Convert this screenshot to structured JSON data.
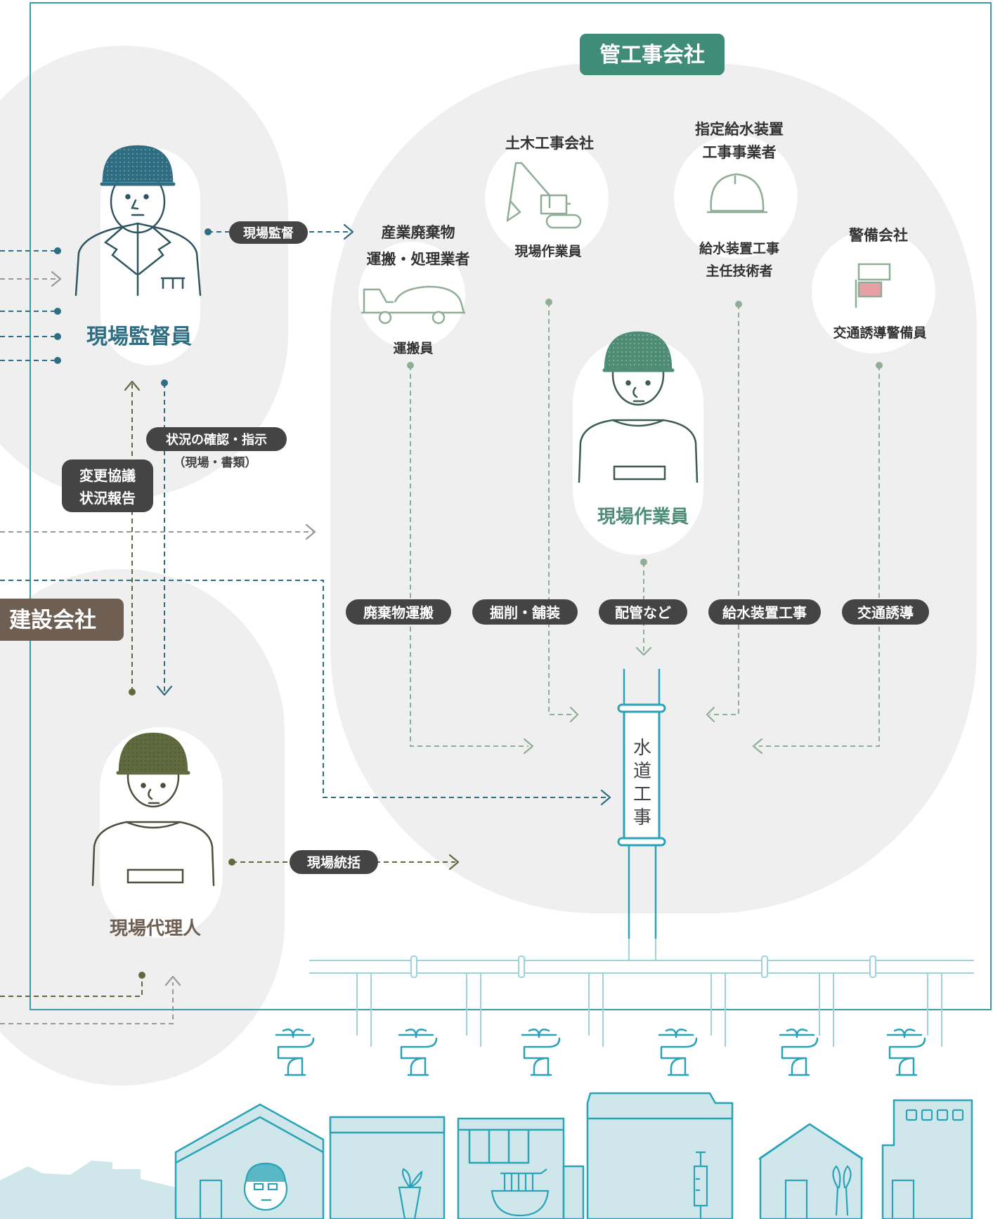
{
  "company_labels": {
    "pipe_company": "管工事会社",
    "construction_company": "建設会社"
  },
  "roles": {
    "site_supervisor": "現場監督員",
    "site_worker": "現場作業員",
    "site_agent": "現場代理人"
  },
  "subcontractors": {
    "waste": {
      "title_line1": "産業廃棄物",
      "title_line2": "運搬・処理業者",
      "role": "運搬員"
    },
    "civil": {
      "title": "土木工事会社",
      "role": "現場作業員"
    },
    "water_supply": {
      "title_line1": "指定給水装置",
      "title_line2": "工事事業者",
      "role_line1": "給水装置工事",
      "role_line2": "主任技術者"
    },
    "security": {
      "title": "警備会社",
      "role": "交通誘導警備員"
    }
  },
  "flow_labels": {
    "supervision": "現場監督",
    "check_instruct": "状況の確認・指示",
    "check_instruct_sub": "（現場・書類）",
    "change_line1": "変更協議",
    "change_line2": "状況報告",
    "site_management": "現場統括"
  },
  "tasks": [
    "廃棄物運搬",
    "掘削・舗装",
    "配管など",
    "給水装置工事",
    "交通誘導"
  ],
  "center_label": "水道工事",
  "colors": {
    "teal_dark": "#2f6e82",
    "green_badge": "#3f8c78",
    "brown_badge": "#6e5f52",
    "olive": "#5f6b3e",
    "pipe": "#2aa3b8",
    "worker_green": "#4f8c76",
    "sage": "#8fae98"
  }
}
